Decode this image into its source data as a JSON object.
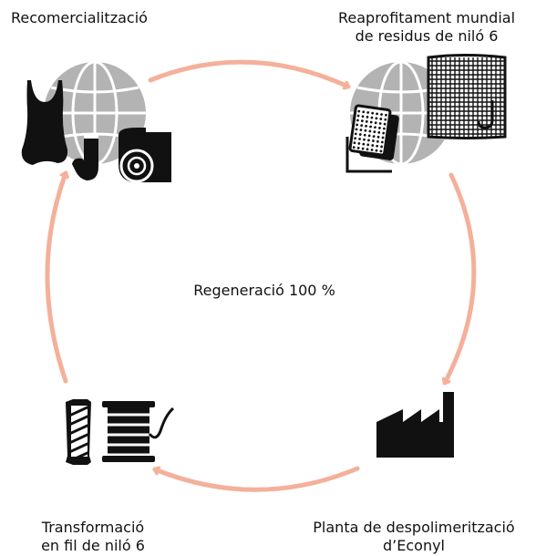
{
  "colors": {
    "arrow": "#f4b09a",
    "globe": "#b3b3b3",
    "icon": "#111111"
  },
  "stages": {
    "recommercialization": {
      "label": "Recomercialització"
    },
    "global_recovery": {
      "line1": "Reaprofitament mundial",
      "line2": "de residus de niló 6"
    },
    "depolymerization": {
      "line1": "Planta de despolimerització",
      "line2": "d’Econyl"
    },
    "transformation": {
      "line1": "Transformació",
      "line2": "en fil de niló 6"
    }
  },
  "center_label": "Regeneració 100 %",
  "icons": {
    "recommercialization": [
      "globe-icon",
      "swimsuit-icon",
      "sock-icon",
      "fabric-roll-icon"
    ],
    "global_recovery": [
      "globe-icon",
      "fishing-net-icon",
      "hook-icon",
      "carpet-icon"
    ],
    "depolymerization": [
      "factory-icon"
    ],
    "transformation": [
      "yarn-cone-icon",
      "spool-icon"
    ]
  }
}
